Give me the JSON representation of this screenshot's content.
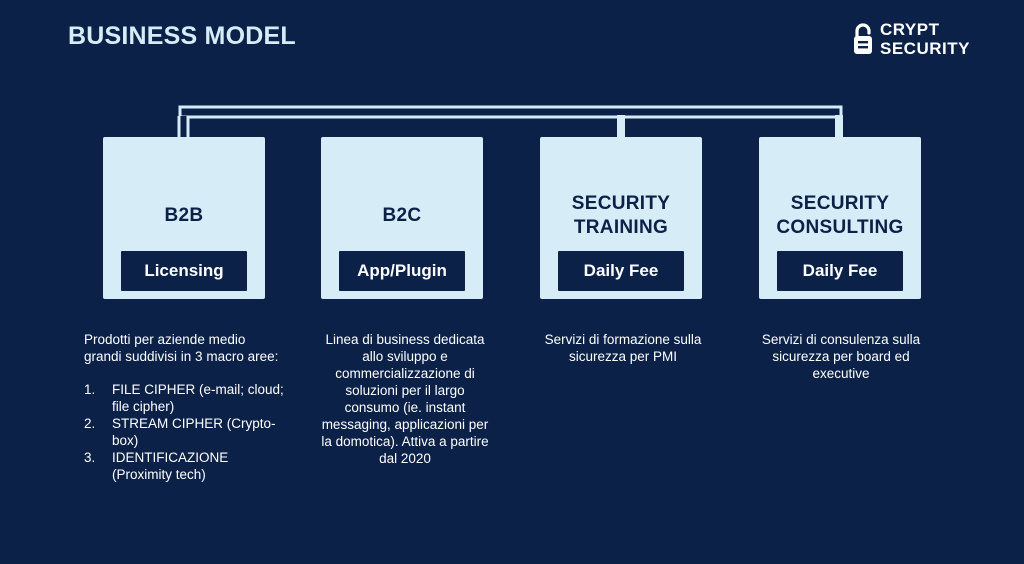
{
  "page": {
    "title": "BUSINESS MODEL"
  },
  "logo": {
    "line1": "CRYPT",
    "line2": "SECURITY"
  },
  "colors": {
    "background": "#0b2148",
    "card": "#d6ecf7",
    "accent_text": "#d6ecf7"
  },
  "cards": [
    {
      "title_lines": [
        "B2B"
      ],
      "pill": "Licensing",
      "description": {
        "intro": "Prodotti per aziende medio grandi suddivisi in 3 macro aree:",
        "items": [
          {
            "num": "1.",
            "text": "FILE CIPHER (e-mail; cloud; file cipher)"
          },
          {
            "num": "2.",
            "text": "STREAM CIPHER (Crypto-box)"
          },
          {
            "num": "3.",
            "text": "IDENTIFICAZIONE (Proximity tech)"
          }
        ]
      }
    },
    {
      "title_lines": [
        "B2C"
      ],
      "pill": "App/Plugin",
      "description": {
        "intro": "Linea di business dedicata allo sviluppo e commercializzazione di soluzioni per il largo consumo (ie. instant messaging, applicazioni per la domotica). Attiva a partire dal 2020"
      }
    },
    {
      "title_lines": [
        "SECURITY",
        "TRAINING"
      ],
      "pill": "Daily Fee",
      "description": {
        "intro": "Servizi di formazione sulla sicurezza per PMI"
      }
    },
    {
      "title_lines": [
        "SECURITY",
        "CONSULTING"
      ],
      "pill": "Daily Fee",
      "description": {
        "intro": "Servizi di consulenza sulla sicurezza per board ed executive"
      }
    }
  ]
}
